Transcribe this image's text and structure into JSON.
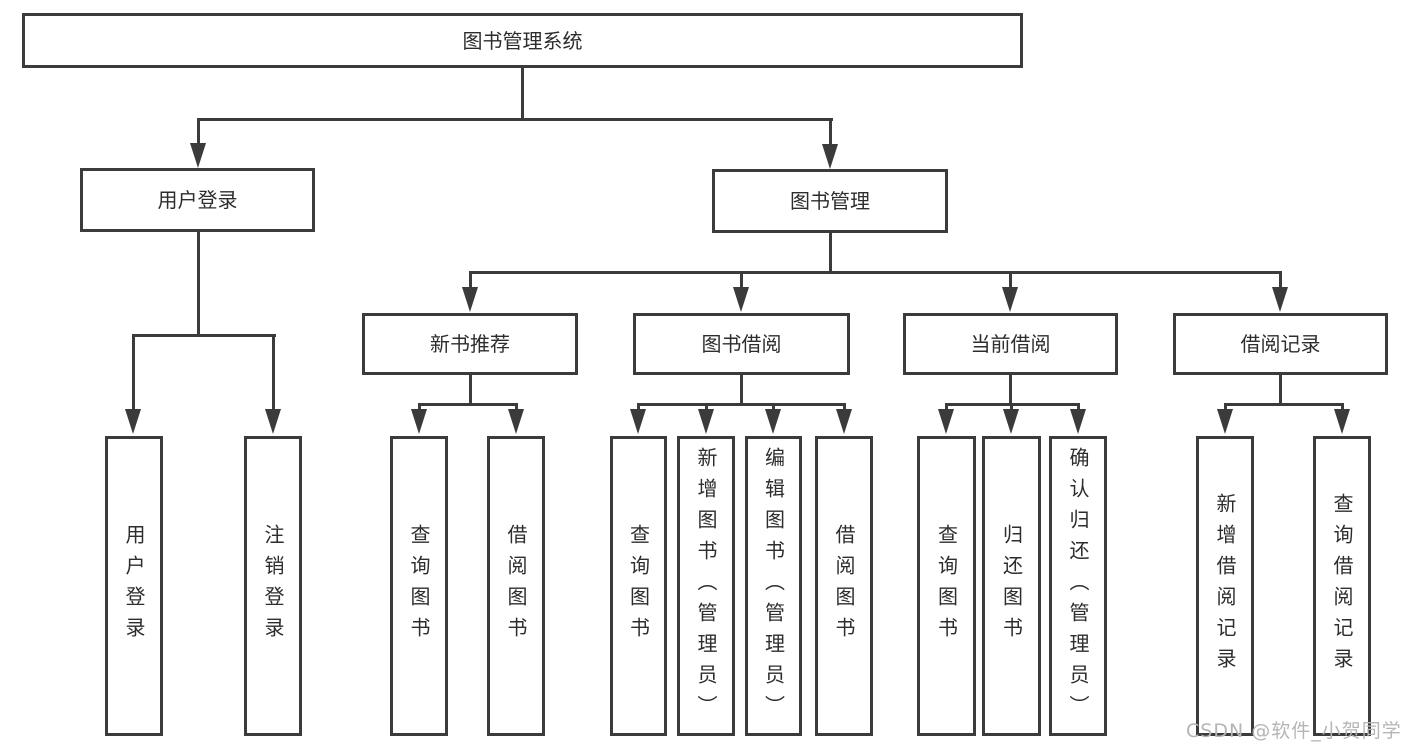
{
  "diagram": {
    "type": "hierarchy-tree",
    "watermark": "CSDN @软件_小贺同学",
    "colors": {
      "line": "#3b3b3b",
      "text": "#2d2d2d",
      "box_background": "#ffffff",
      "watermark": "#b5b5b5",
      "background": "#ffffff"
    },
    "root": {
      "label": "图书管理系统",
      "children": [
        {
          "label": "用户登录",
          "children": [
            {
              "label": "用户登录"
            },
            {
              "label": "注销登录"
            }
          ]
        },
        {
          "label": "图书管理",
          "children": [
            {
              "label": "新书推荐",
              "children": [
                {
                  "label": "查询图书"
                },
                {
                  "label": "借阅图书"
                }
              ]
            },
            {
              "label": "图书借阅",
              "children": [
                {
                  "label": "查询图书"
                },
                {
                  "label": "新增图书（管理员）"
                },
                {
                  "label": "编辑图书（管理员）"
                },
                {
                  "label": "借阅图书"
                }
              ]
            },
            {
              "label": "当前借阅",
              "children": [
                {
                  "label": "查询图书"
                },
                {
                  "label": "归还图书"
                },
                {
                  "label": "确认归还（管理员）"
                }
              ]
            },
            {
              "label": "借阅记录",
              "children": [
                {
                  "label": "新增借阅记录"
                },
                {
                  "label": "查询借阅记录"
                }
              ]
            }
          ]
        }
      ]
    }
  }
}
